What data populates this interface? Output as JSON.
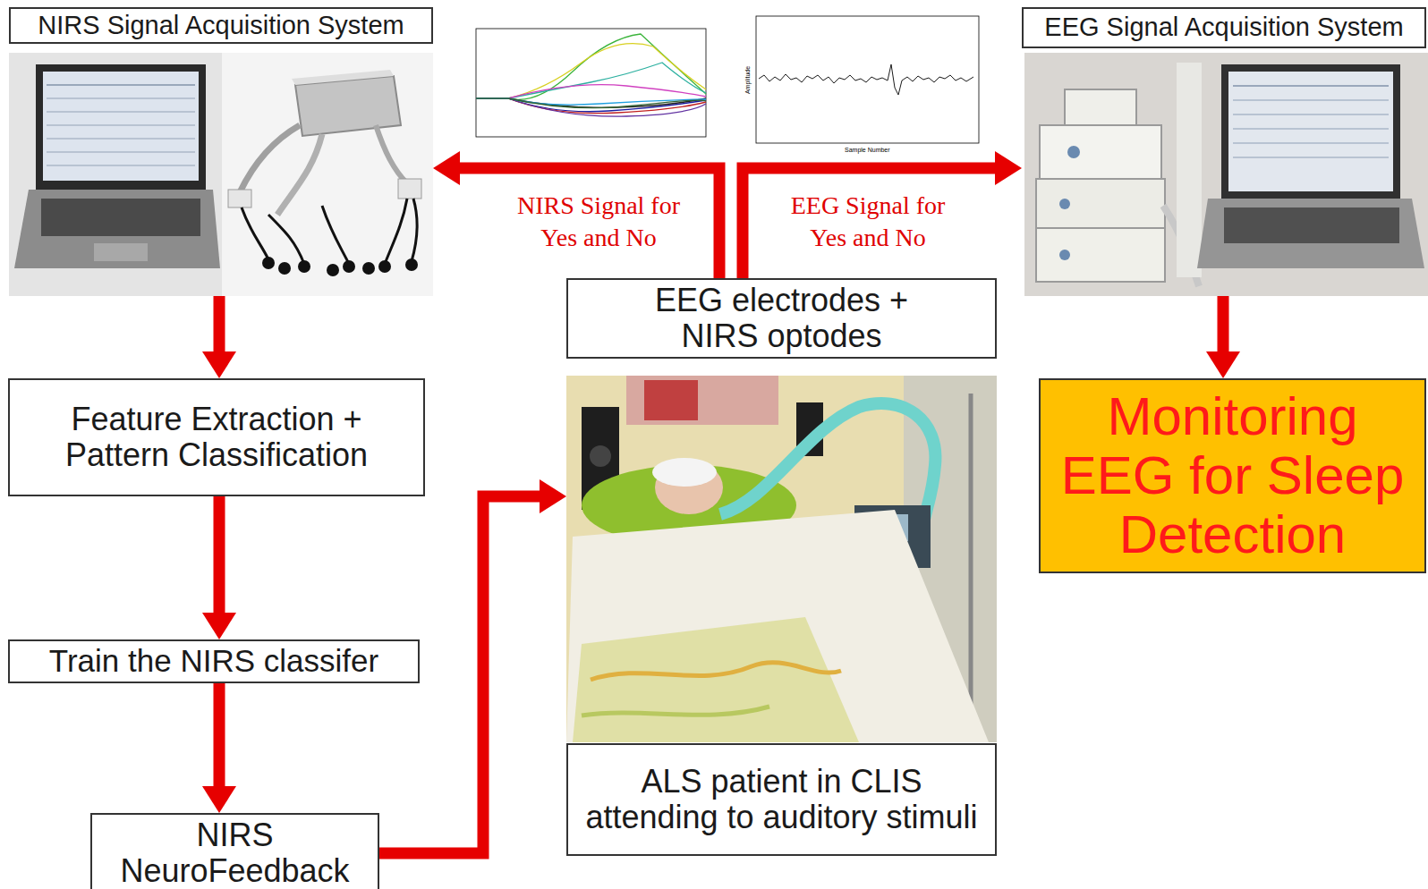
{
  "diagram": {
    "nodes": [
      {
        "text": [
          "NIRS Signal Acquisition System"
        ]
      },
      {
        "text": [
          "EEG Signal Acquisition System"
        ]
      },
      {
        "text": [
          "EEG electrodes + NIRS optodes"
        ]
      },
      {
        "text": [
          "Feature Extraction + Pattern Classification"
        ]
      },
      {
        "text": [
          "Train the NIRS classifer"
        ]
      },
      {
        "text": [
          "NIRS NeuroFeedback"
        ]
      },
      {
        "text": [
          "ALS patient in CLIS attending to auditory stimuli"
        ]
      },
      {
        "text": [
          "Monitoring EEG for Sleep Detection"
        ]
      }
    ],
    "edges": [
      {
        "from": 2,
        "to": 0,
        "arrow": "to",
        "label": "NIRS Signal for Yes and No"
      },
      {
        "from": 2,
        "to": 1,
        "arrow": "to",
        "label": "EEG Signal for Yes and No"
      },
      {
        "from": 0,
        "to": 3,
        "arrow": "to"
      },
      {
        "from": 3,
        "to": 4,
        "arrow": "to"
      },
      {
        "from": 4,
        "to": 5,
        "arrow": "to"
      },
      {
        "from": 5,
        "to": 6,
        "arrow": "to"
      },
      {
        "from": 1,
        "to": 7,
        "arrow": "to"
      }
    ],
    "labels": [
      "Amplitude",
      "Sample Number"
    ]
  }
}
